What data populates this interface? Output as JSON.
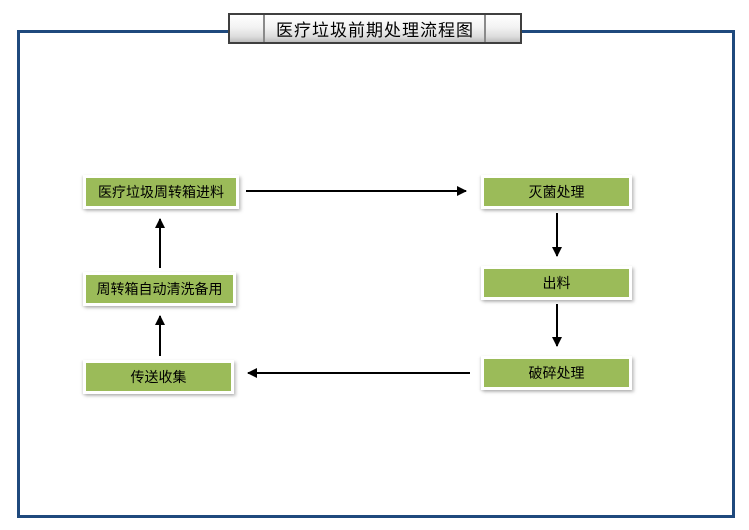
{
  "diagram": {
    "title": "医疗垃圾前期处理流程图",
    "nodes": {
      "feed": {
        "label": "医疗垃圾周转箱进料"
      },
      "sterilize": {
        "label": "灭菌处理"
      },
      "discharge": {
        "label": "出料"
      },
      "crush": {
        "label": "破碎处理"
      },
      "collect": {
        "label": "传送收集"
      },
      "clean": {
        "label": "周转箱自动清洗备用"
      }
    },
    "edges": [
      {
        "from": "医疗垃圾周转箱进料",
        "to": "灭菌处理",
        "direction": "right"
      },
      {
        "from": "灭菌处理",
        "to": "出料",
        "direction": "down"
      },
      {
        "from": "出料",
        "to": "破碎处理",
        "direction": "down"
      },
      {
        "from": "破碎处理",
        "to": "传送收集",
        "direction": "left"
      },
      {
        "from": "传送收集",
        "to": "周转箱自动清洗备用",
        "direction": "up"
      },
      {
        "from": "周转箱自动清洗备用",
        "to": "医疗垃圾周转箱进料",
        "direction": "up"
      }
    ],
    "colors": {
      "frame_border": "#1F497D",
      "node_fill": "#9BBB59",
      "node_border": "#FFFFFF",
      "arrow": "#000000",
      "title_border": "#3F3F3F"
    }
  }
}
